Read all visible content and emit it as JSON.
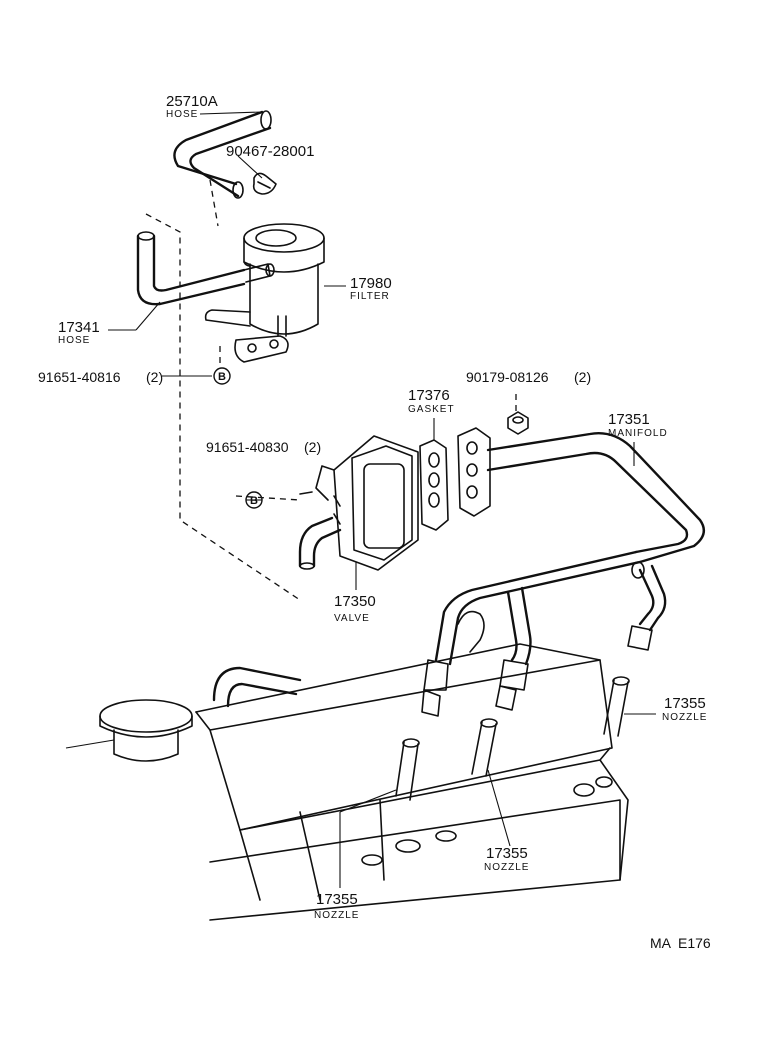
{
  "callouts": {
    "hose_25710a": {
      "number": "25710A",
      "name": "HOSE"
    },
    "clip_90467": {
      "number": "90467-28001"
    },
    "filter_17980": {
      "number": "17980",
      "name": "FILTER"
    },
    "hose_17341": {
      "number": "17341",
      "name": "HOSE"
    },
    "bolt_91651_40816": {
      "number": "91651-40816",
      "qty": "(2)",
      "ref": "B"
    },
    "nut_90179": {
      "number": "90179-08126",
      "qty": "(2)"
    },
    "gasket_17376": {
      "number": "17376",
      "name": "GASKET"
    },
    "manifold_17351": {
      "number": "17351",
      "name": "MANIFOLD"
    },
    "bolt_91651_40830": {
      "number": "91651-40830",
      "qty": "(2)",
      "ref": "B"
    },
    "valve_17350": {
      "number": "17350",
      "name": "VALVE"
    },
    "nozzle_right": {
      "number": "17355",
      "name": "NOZZLE"
    },
    "nozzle_middle": {
      "number": "17355",
      "name": "NOZZLE"
    },
    "nozzle_left": {
      "number": "17355",
      "name": "NOZZLE"
    }
  },
  "figure_code": "MA  E176"
}
